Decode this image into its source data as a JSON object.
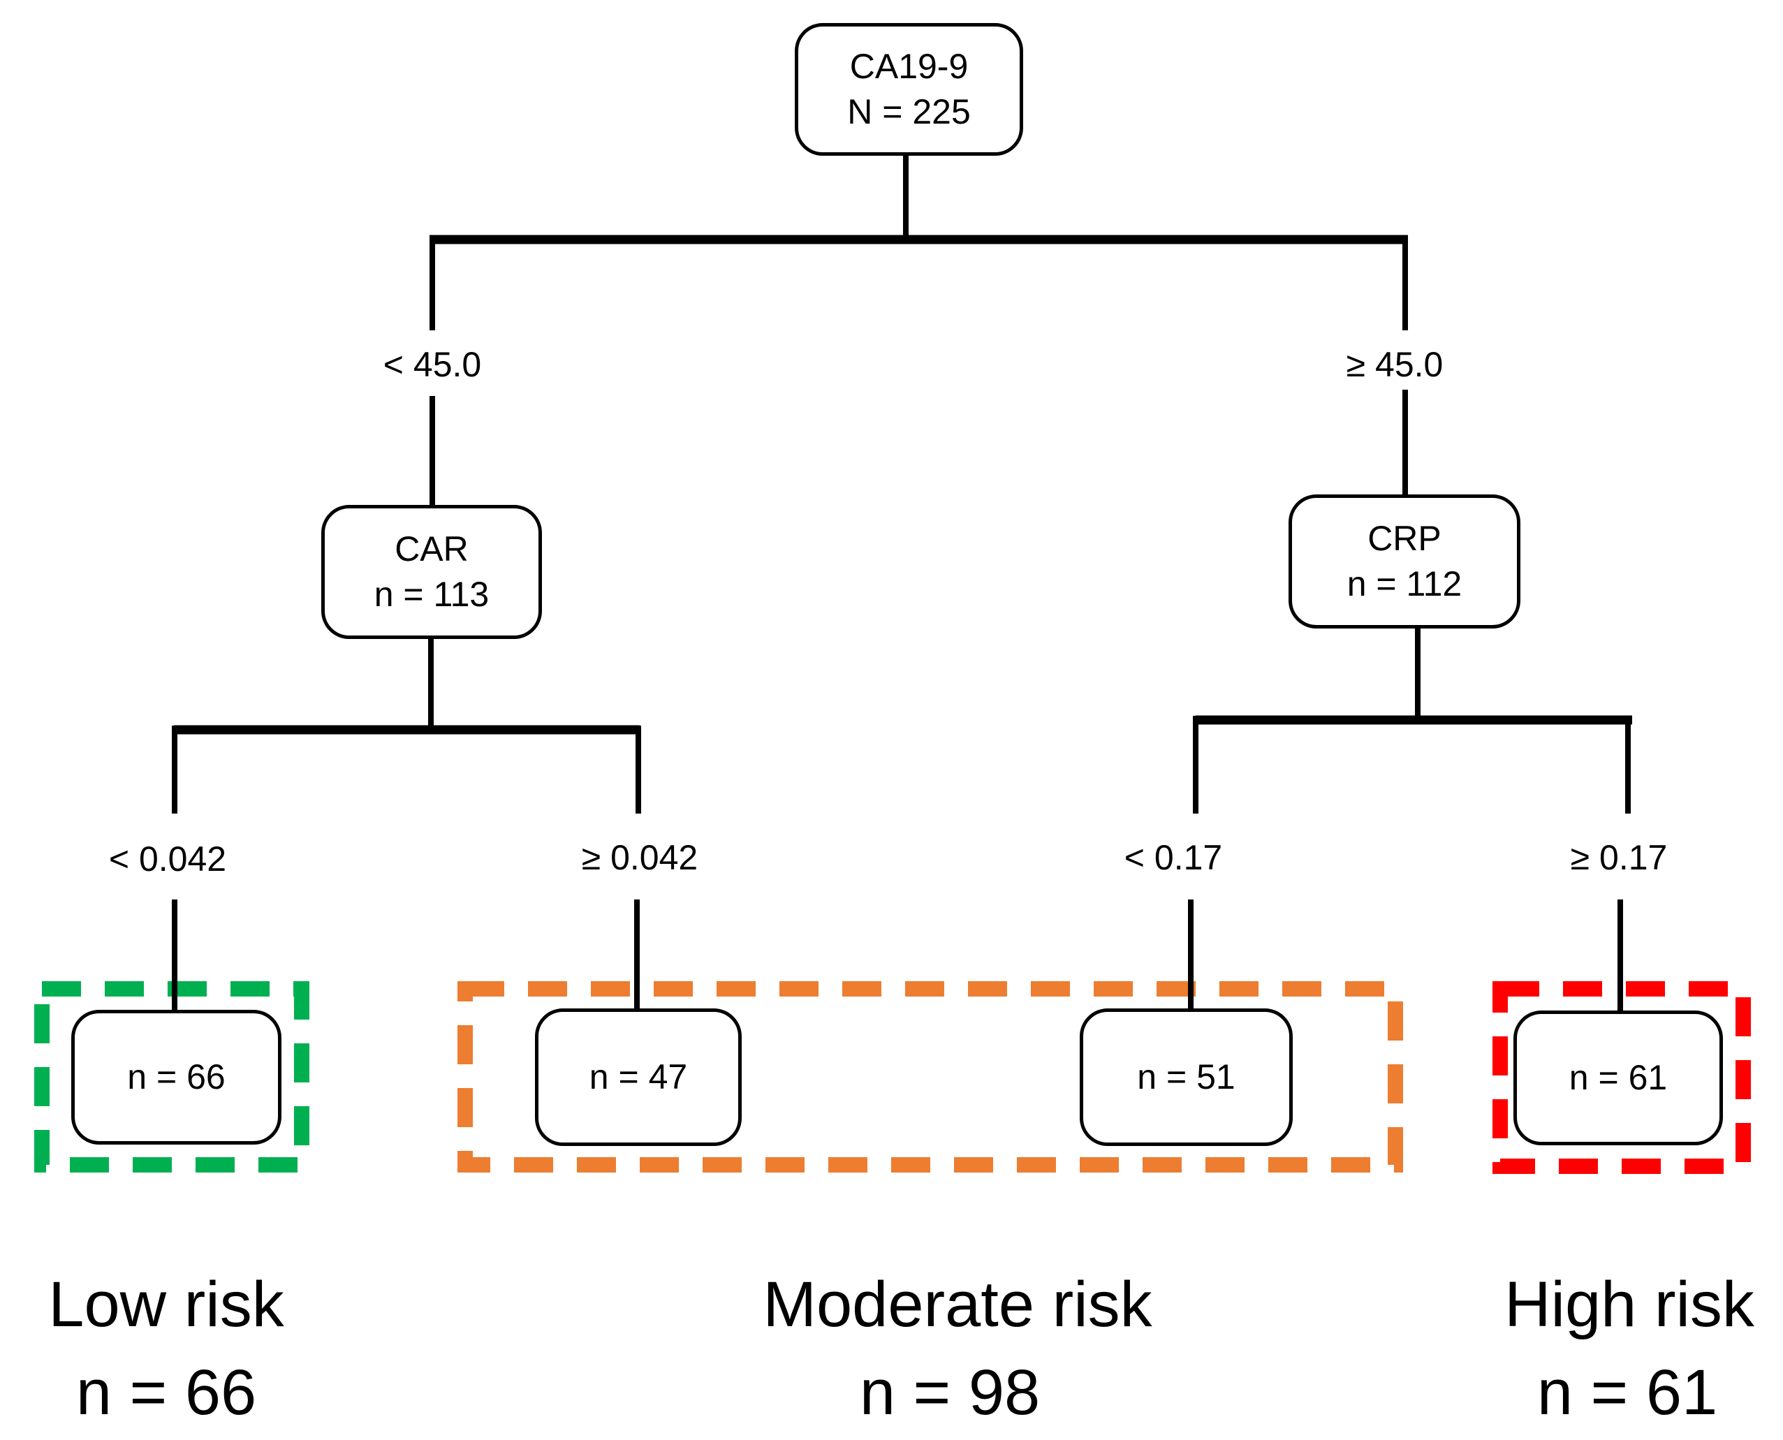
{
  "diagram": {
    "root": {
      "title": "CA19-9",
      "count": "N = 225"
    },
    "branches": {
      "ca19_lt": "< 45.0",
      "ca19_ge": "≥ 45.0",
      "car_lt": "< 0.042",
      "car_ge": "≥ 0.042",
      "crp_lt": "< 0.17",
      "crp_ge": "≥ 0.17"
    },
    "nodes": {
      "car": {
        "title": "CAR",
        "count": "n = 113"
      },
      "crp": {
        "title": "CRP",
        "count": "n = 112"
      }
    },
    "leaves": {
      "low": "n = 66",
      "moderate_left": "n = 47",
      "moderate_right": "n = 51",
      "high": "n = 61"
    },
    "risk_groups": {
      "low": {
        "label": "Low risk",
        "count": "n = 66",
        "color": "#00B050"
      },
      "moderate": {
        "label": "Moderate risk",
        "count": "n = 98",
        "color": "#ED7D31"
      },
      "high": {
        "label": "High risk",
        "count": "n = 61",
        "color": "#FF0000"
      }
    }
  }
}
